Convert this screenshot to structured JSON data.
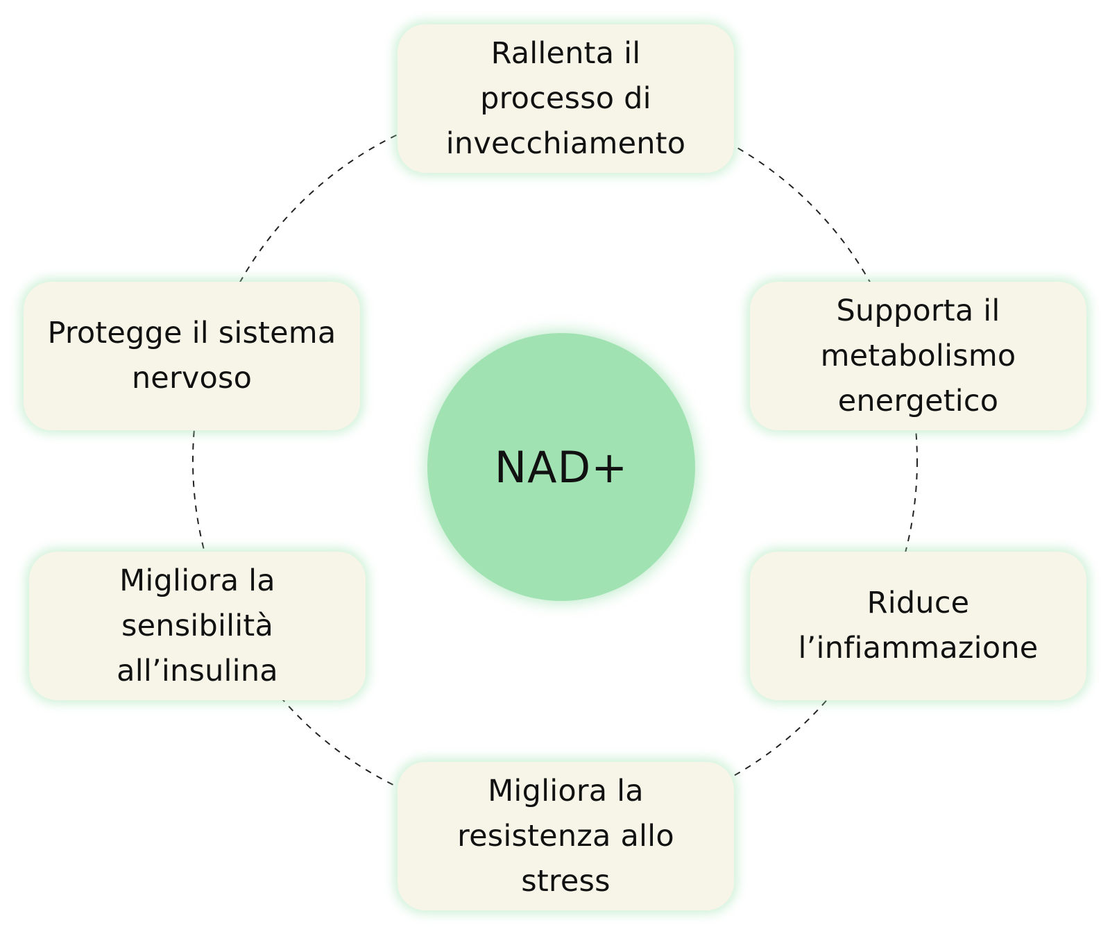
{
  "diagram": {
    "type": "hub-and-spoke",
    "center": {
      "label": "NAD+",
      "color": "#a1e2b3"
    },
    "connector_style": "dashed-circle",
    "node_color": "#f6f5e8",
    "node_glow_color": "#cff0d8",
    "nodes": [
      {
        "position": "top",
        "label": "Rallenta il\nprocesso di\ninvecchiamento"
      },
      {
        "position": "right-upper",
        "label": "Supporta il\nmetabolismo\nenergetico"
      },
      {
        "position": "right-lower",
        "label": "Riduce\nl’infiammazione"
      },
      {
        "position": "bottom",
        "label": "Migliora la\nresistenza allo\nstress"
      },
      {
        "position": "left-lower",
        "label": "Migliora la\nsensibilità\nall’insulina"
      },
      {
        "position": "left-upper",
        "label": "Protegge il sistema\nnervoso"
      }
    ]
  }
}
